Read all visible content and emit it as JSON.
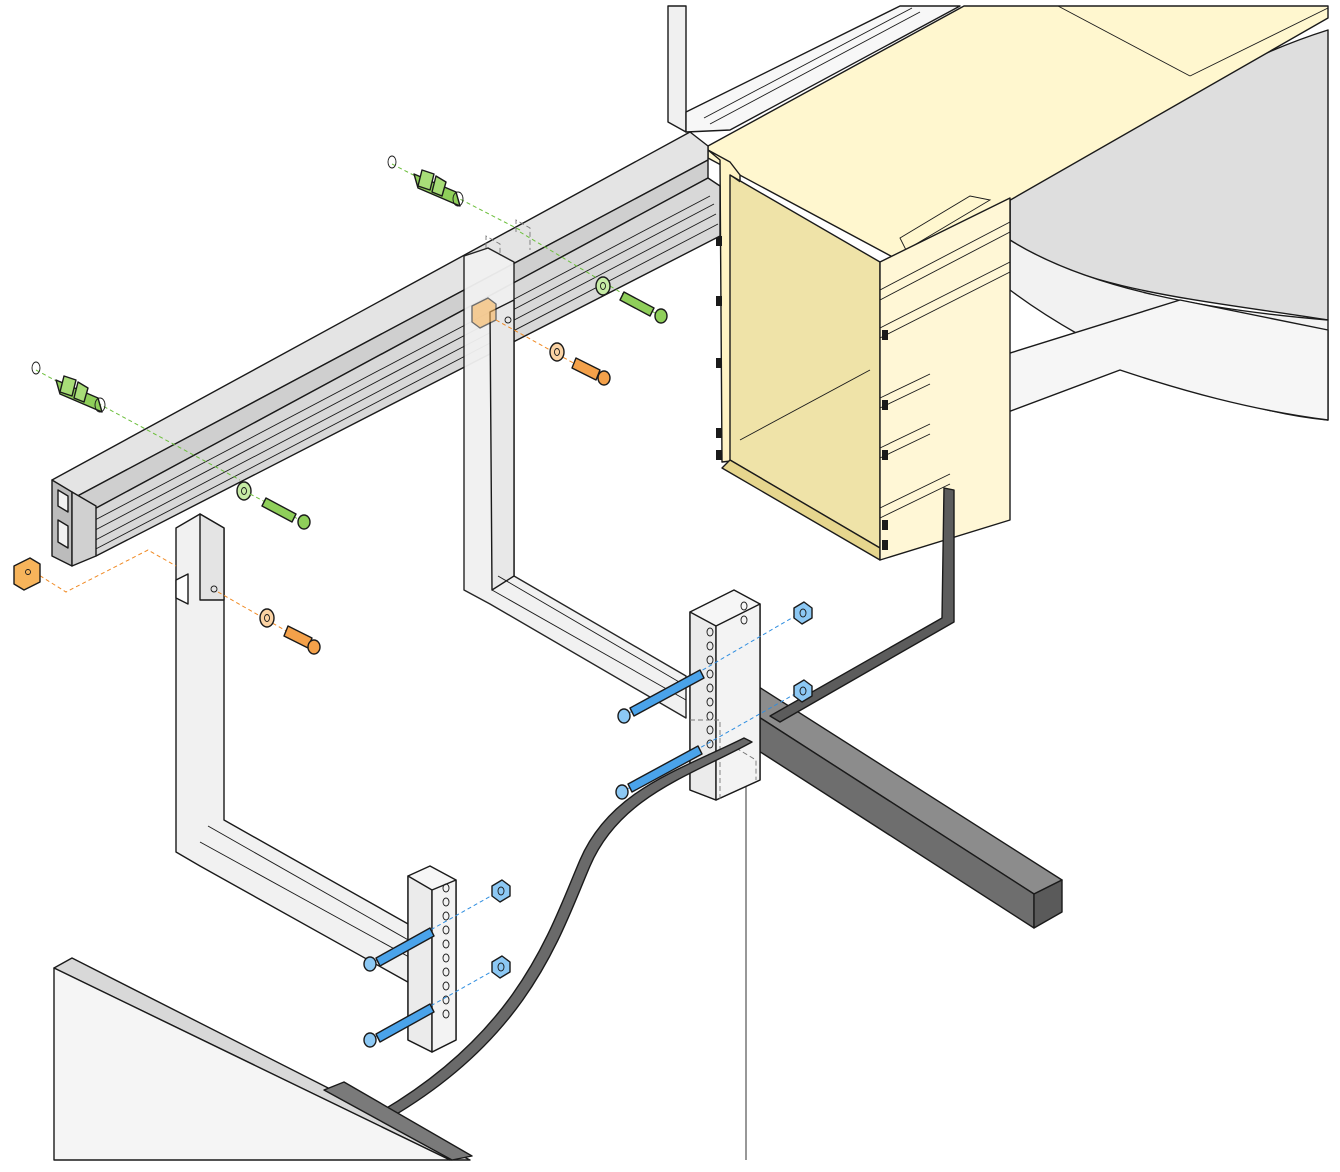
{
  "diagram": {
    "type": "exploded-assembly-illustration",
    "colors": {
      "background": "#ffffff",
      "rail_aluminium": "#dcdcdc",
      "rail_dark": "#b5b5b5",
      "bracket": "#ececec",
      "duct_body": "#fff7d0",
      "duct_inner": "#efe3a8",
      "anchor_green": "#8fcf5a",
      "mount_orange": "#f4a14a",
      "fastener_blue": "#4aa3ea",
      "cable": "#666666",
      "surface_grey": "#e4e4e4",
      "wall_light": "#f4f4f4"
    },
    "parts": [
      {
        "id": "wall-rail",
        "icon": "aluminium-profile-rail"
      },
      {
        "id": "cable-duct",
        "icon": "yellow-cable-duct"
      },
      {
        "id": "bracket-left",
        "icon": "c-shaped-bracket"
      },
      {
        "id": "bracket-right",
        "icon": "c-shaped-bracket"
      },
      {
        "id": "post-left",
        "icon": "perforated-post"
      },
      {
        "id": "post-right",
        "icon": "perforated-post"
      },
      {
        "id": "wall-anchor",
        "icon": "green-wall-plug",
        "count": 2
      },
      {
        "id": "wall-screw",
        "icon": "green-screw-with-washer",
        "count": 2
      },
      {
        "id": "slot-nut",
        "icon": "orange-t-slot-nut"
      },
      {
        "id": "bracket-screw",
        "icon": "orange-screw-with-washer",
        "count": 2
      },
      {
        "id": "post-bolt",
        "icon": "blue-hex-bolt",
        "count": 4
      },
      {
        "id": "post-nut",
        "icon": "blue-cap-nut",
        "count": 4
      },
      {
        "id": "cable",
        "icon": "flat-cable"
      },
      {
        "id": "crossbar",
        "icon": "grey-square-bar"
      },
      {
        "id": "desk-panel",
        "icon": "rounded-desk-top"
      }
    ]
  }
}
